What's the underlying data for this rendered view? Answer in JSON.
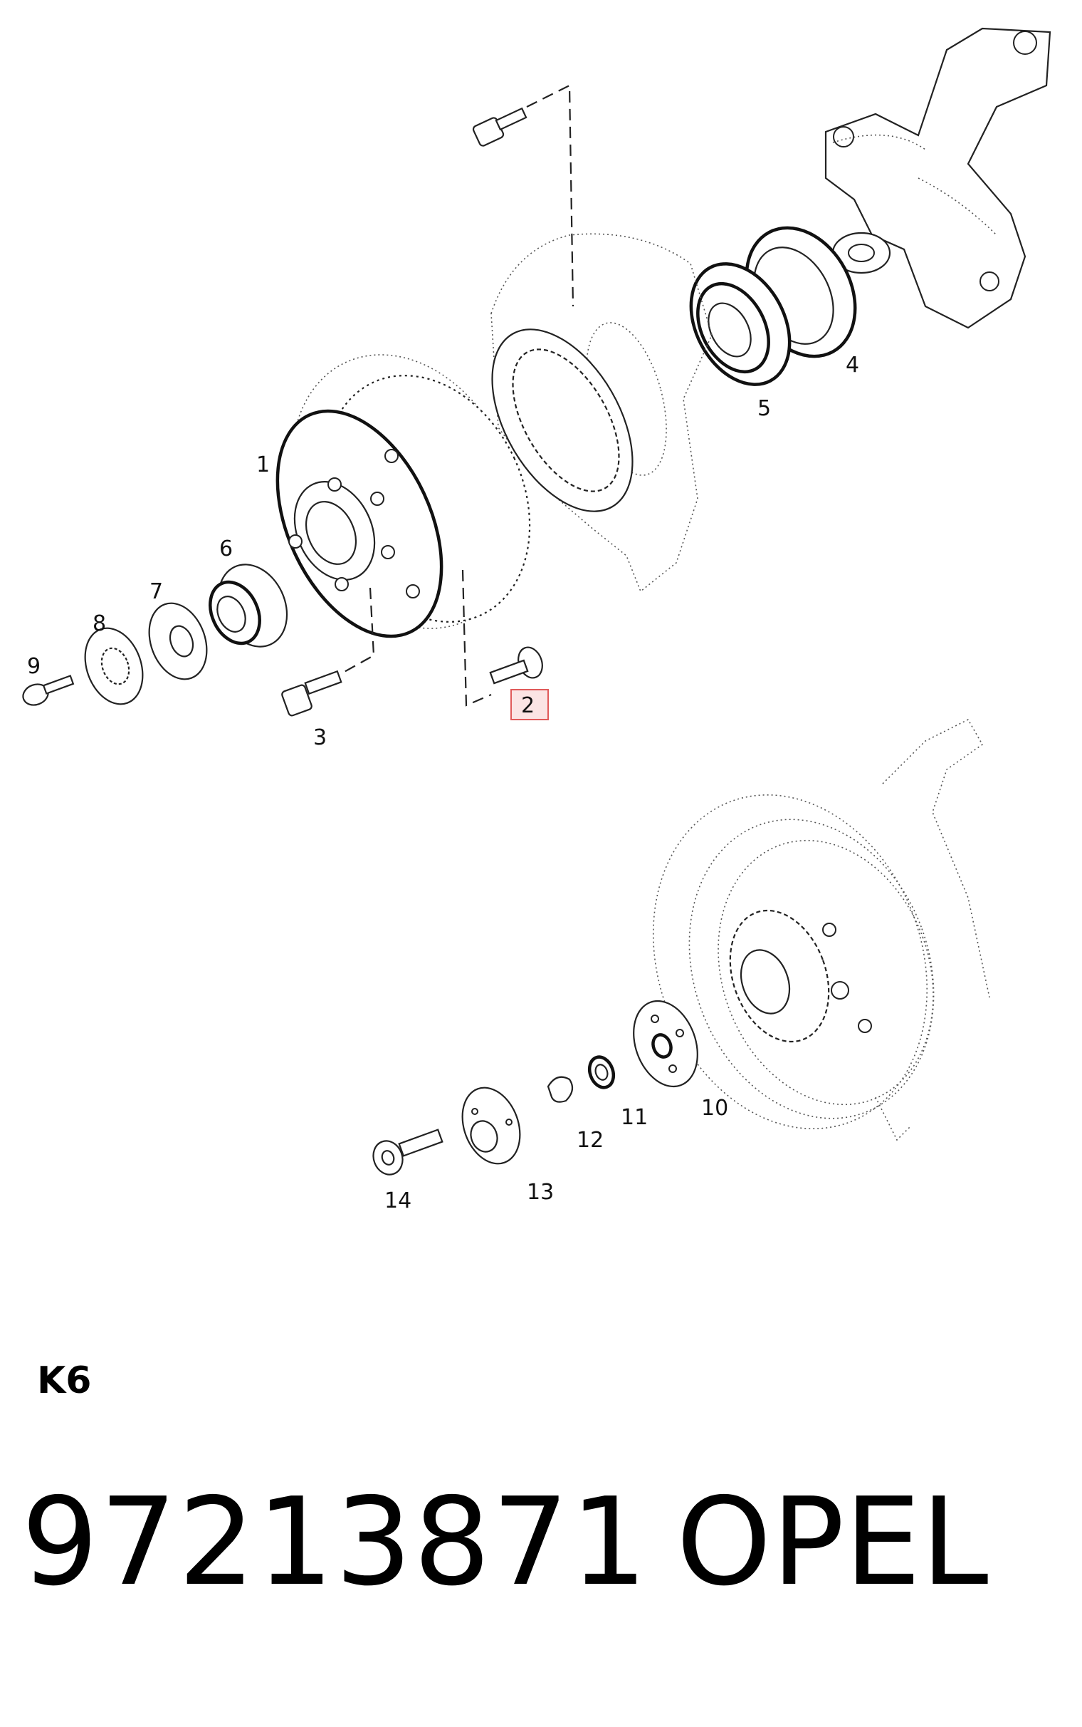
{
  "diagram": {
    "callouts": [
      {
        "id": "1",
        "label": "1"
      },
      {
        "id": "2",
        "label": "2",
        "highlighted": true
      },
      {
        "id": "3",
        "label": "3"
      },
      {
        "id": "4",
        "label": "4"
      },
      {
        "id": "5",
        "label": "5"
      },
      {
        "id": "6",
        "label": "6"
      },
      {
        "id": "7",
        "label": "7"
      },
      {
        "id": "8",
        "label": "8"
      },
      {
        "id": "9",
        "label": "9"
      },
      {
        "id": "10",
        "label": "10"
      },
      {
        "id": "11",
        "label": "11"
      },
      {
        "id": "12",
        "label": "12"
      },
      {
        "id": "13",
        "label": "13"
      },
      {
        "id": "14",
        "label": "14"
      }
    ],
    "highlight_color": "#e05a5a"
  },
  "section_code": "K6",
  "part_number": "97213871",
  "brand": "OPEL"
}
